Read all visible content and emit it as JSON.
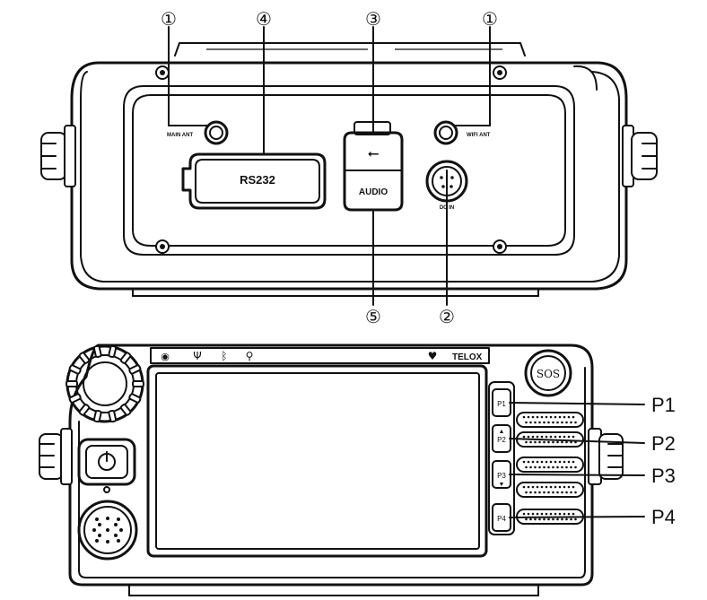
{
  "top_view": {
    "callouts": [
      "①",
      "④",
      "③",
      "①",
      "⑤",
      "②"
    ],
    "ports": {
      "main_ant": "MAIN ANT",
      "wifi_ant": "WIFI ANT",
      "rs232": "RS232",
      "audio": "AUDIO",
      "mic": "DC IN"
    }
  },
  "front_view": {
    "brand": "TELOX",
    "sos": "SOS",
    "status_icons": [
      "gps-icon",
      "antenna-icon",
      "bluetooth-icon",
      "satellite-icon"
    ],
    "side_keys": [
      "P1",
      "P2",
      "P3",
      "P4"
    ],
    "key_labels": [
      "P1",
      "P2",
      "P3",
      "P4"
    ]
  }
}
